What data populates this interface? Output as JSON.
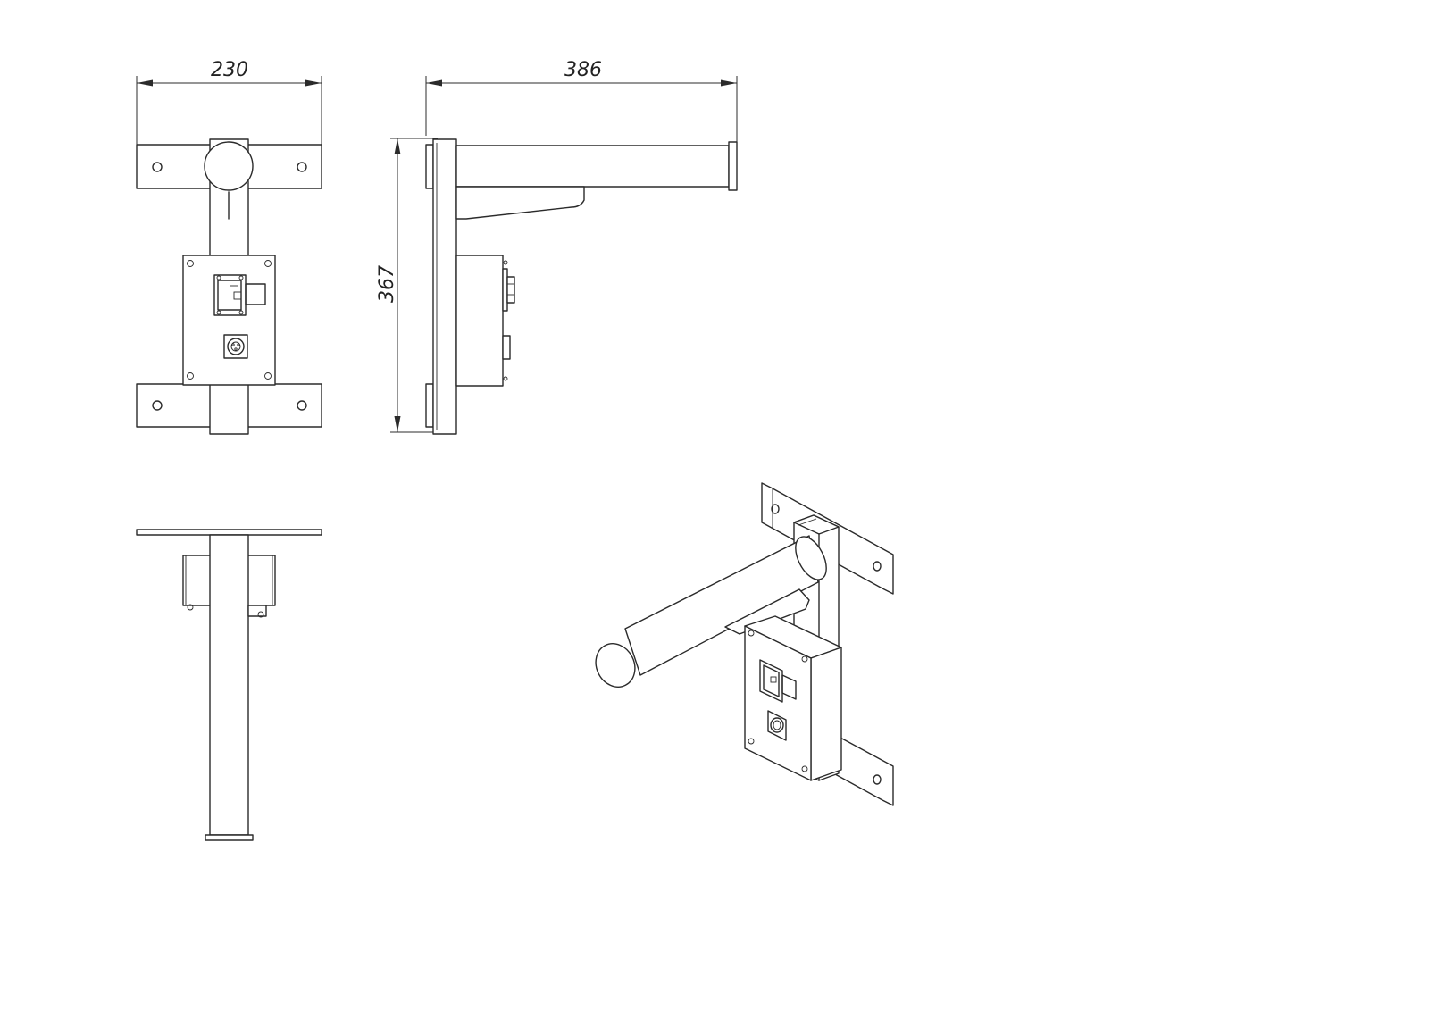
{
  "dimensions": {
    "front_width": "230",
    "side_length": "386",
    "side_height": "367"
  },
  "views": [
    "front-view",
    "side-view",
    "top-view",
    "isometric-view"
  ],
  "colors": {
    "line": "#2b2b2b",
    "background": "#ffffff"
  }
}
